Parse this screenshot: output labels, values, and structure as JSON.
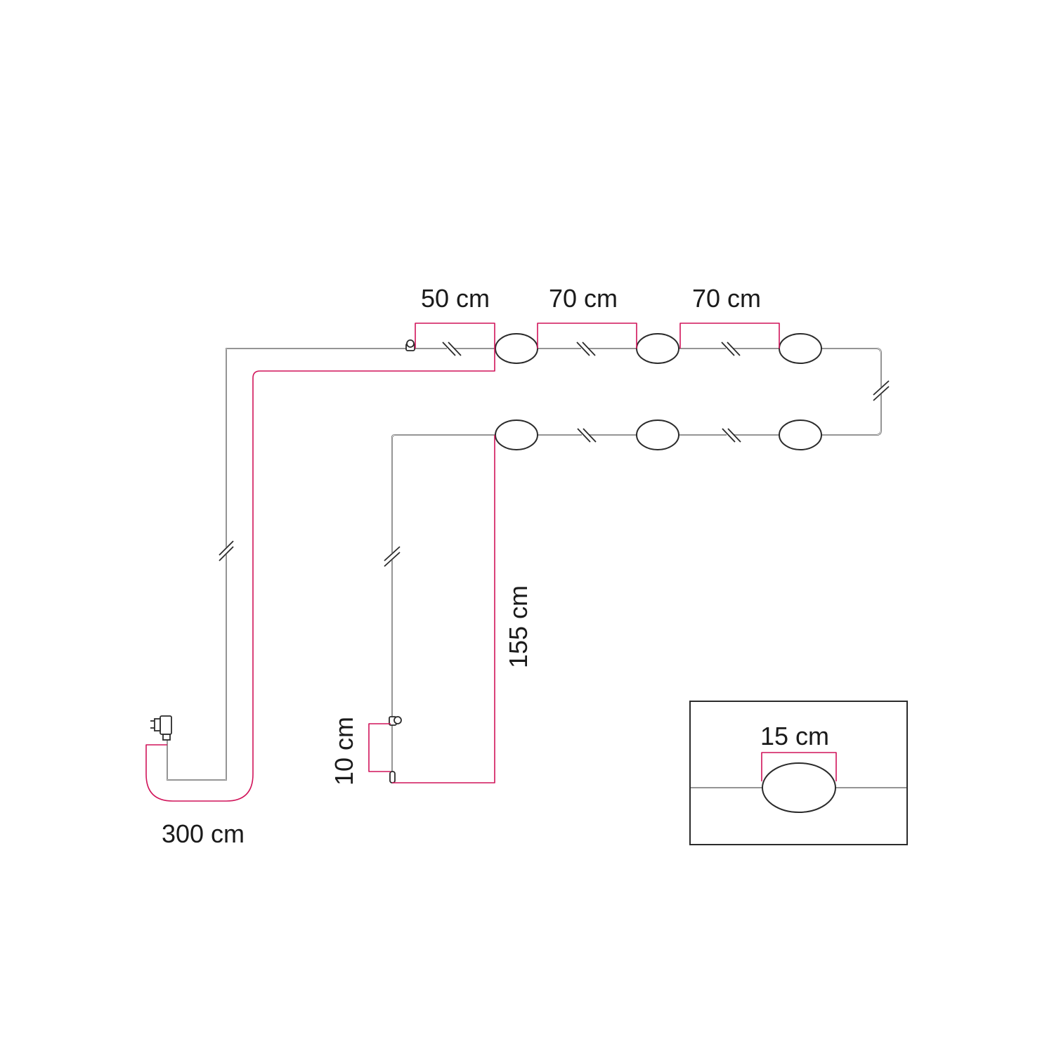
{
  "labels": {
    "spacing_first": "50 cm",
    "spacing_second": "70 cm",
    "spacing_third": "70 cm",
    "lead_cable": "300 cm",
    "drop_length": "155 cm",
    "end_length": "10 cm",
    "bulb_width": "15 cm"
  },
  "colors": {
    "cable": "#2b2b2b",
    "dimension": "#d1145a",
    "background": "#ffffff"
  }
}
